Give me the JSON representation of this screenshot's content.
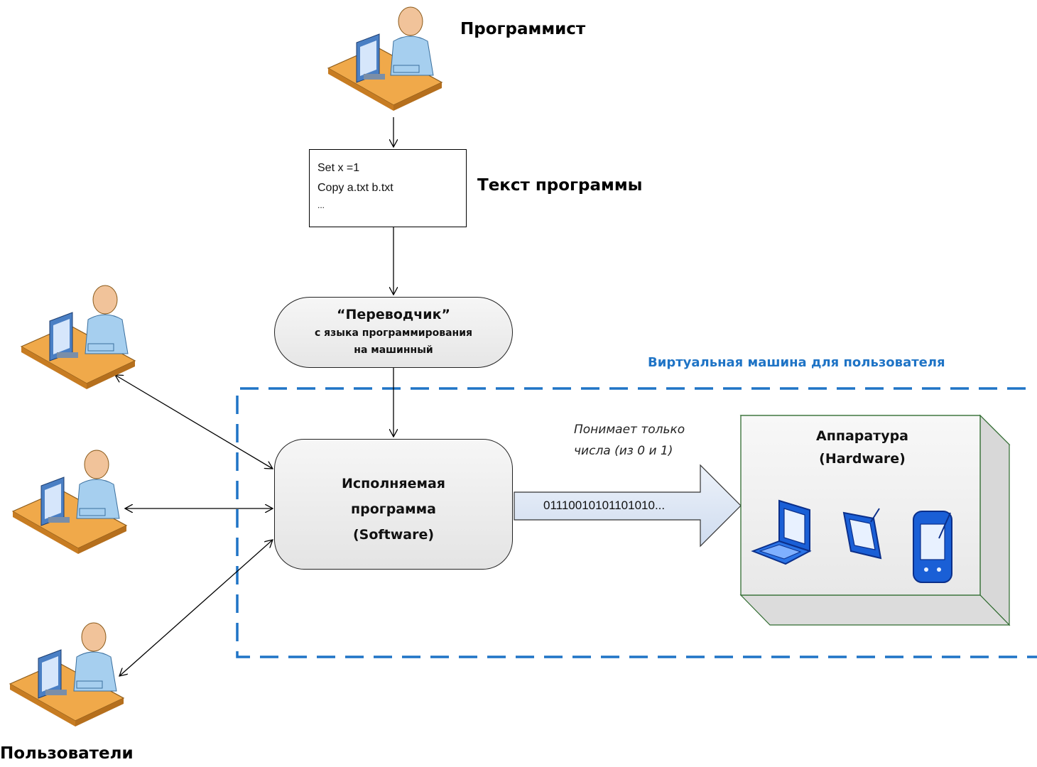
{
  "programmer": {
    "title": "Программист"
  },
  "program_text": {
    "title": "Текст программы",
    "lines": [
      "Set x =1",
      "Copy a.txt b.txt",
      "..."
    ]
  },
  "translator": {
    "title": "“Переводчик”",
    "line1": "с языка программирования",
    "line2": "на машинный"
  },
  "executable": {
    "line1": "Исполняемая",
    "line2": "программа",
    "line3": "(Software)"
  },
  "virtual_machine": {
    "label": "Виртуальная машина для пользователя"
  },
  "data_flow": {
    "note_line1": "Понимает только",
    "note_line2": "числа (из 0 и 1)",
    "binary": "01110010101101010..."
  },
  "hardware": {
    "line1": "Аппаратура",
    "line2": "(Hardware)",
    "devices": [
      "laptop-icon",
      "tablet-icon",
      "pda-icon"
    ]
  },
  "users": {
    "title": "Пользователи"
  },
  "colors": {
    "vm_border": "#1f74c6",
    "vm_label": "#1f74c6",
    "hw_border": "#2f6b2f",
    "arrow_fill": "#dde6f4",
    "device_blue": "#1a5fd6"
  }
}
